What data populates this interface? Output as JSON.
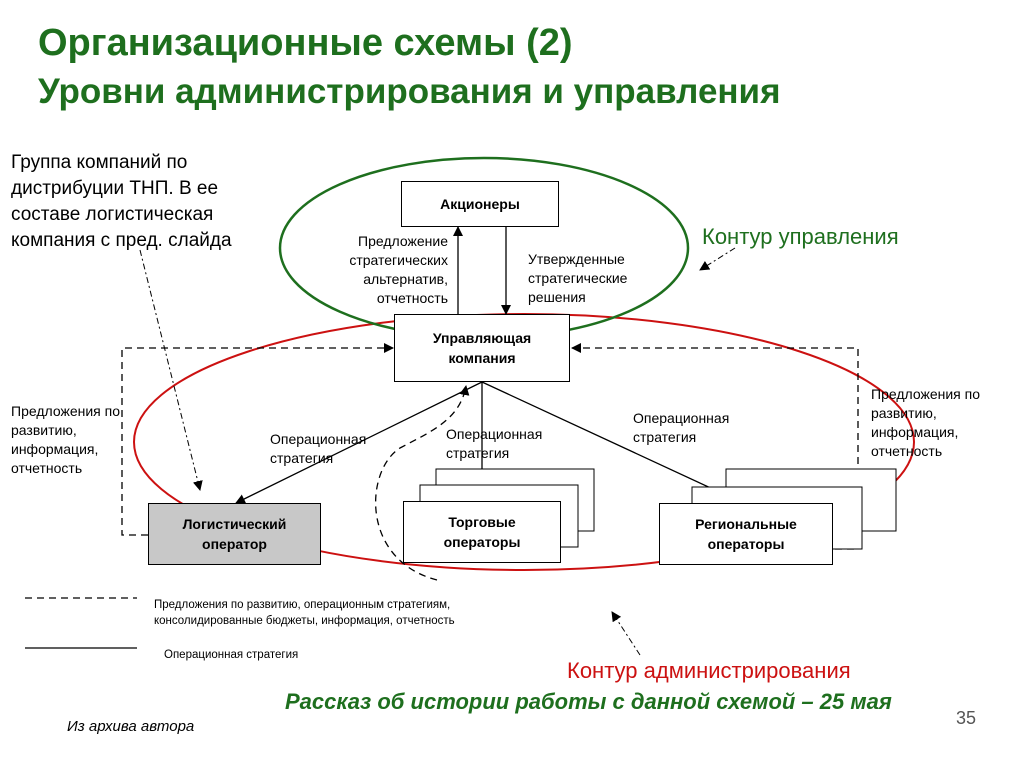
{
  "title": {
    "line1": "Организационные схемы (2)",
    "line2": "Уровни администрирования и управления"
  },
  "note": "Группа компаний по дистрибуции ТНП. В ее составе логистическая компания с пред. слайда",
  "nodes": {
    "shareholders": "Акционеры",
    "management_company": "Управляющая компания",
    "logistics_operator": "Логистический оператор",
    "trade_operators": "Торговые операторы",
    "regional_operators": "Региональные операторы"
  },
  "edge_labels": {
    "proposals_up": "Предложение стратегических альтернатив, отчетность",
    "approved_down": "Утвержденные стратегические решения",
    "op_strategy_left": "Операционная стратегия",
    "op_strategy_center": "Операционная стратегия",
    "op_strategy_right": "Операционная стратегия",
    "side_left": "Предложения по развитию, информация, отчетность",
    "side_right": "Предложения по развитию, информация, отчетность"
  },
  "contours": {
    "management": "Контур управления",
    "administration": "Контур администрирования"
  },
  "legend": {
    "dashed": "Предложения по развитию, операционным стратегиям, консолидированные бюджеты,  информация, отчетность",
    "solid": "Операционная стратегия"
  },
  "story": "Рассказ об истории работы с данной схемой – 25 мая",
  "archive": "Из архива автора",
  "page_number": "35",
  "colors": {
    "title_green": "#1e6f1e",
    "ellipse_green": "#1e6f1e",
    "ellipse_red": "#cc1111",
    "grey_box": "#c8c8c8"
  }
}
